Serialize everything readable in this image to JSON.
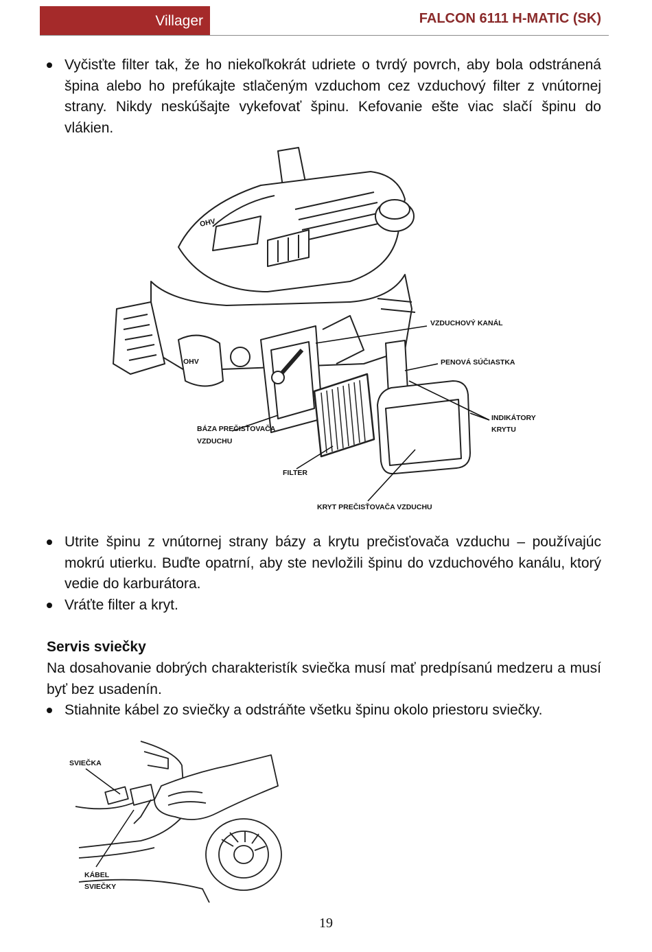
{
  "header": {
    "brand": "Villager",
    "model": "FALCON 6111 H-MATIC (SK)",
    "brand_color": "#a52a2a",
    "model_color": "#8a2a2a"
  },
  "bullets_top": [
    "Vyčisťte filter tak, že ho niekoľkokrát udriete o tvrdý povrch, aby bola odstránená špina alebo ho prefúkajte stlačeným vzduchom cez vzduchový filter z vnútornej strany. Nikdy neskúšajte vykefovať špinu. Kefovanie ešte viac slačí špinu do vlákien."
  ],
  "figure1": {
    "engine_badge": "OHV",
    "labels": {
      "air_channel": "VZDUCHOVÝ KANÁL",
      "foam_part": "PENOVÁ SÚČIASTKA",
      "cover_indicators_1": "INDIKÁTORY",
      "cover_indicators_2": "KRYTU",
      "cleaner_base_1": "BÁZA PREČISŤOVAČA",
      "cleaner_base_2": "VZDUCHU",
      "filter": "FILTER",
      "cleaner_cover": "KRYT PREČISŤOVAČA VZDUCHU"
    }
  },
  "bullets_middle": [
    "Utrite špinu z vnútornej strany bázy a krytu prečisťovača vzduchu – používajúc mokrú utierku. Buďte opatrní, aby ste nevložili špinu do vzduchového kanálu, ktorý vedie do karburátora.",
    "Vráťte filter a kryt."
  ],
  "section": {
    "title": "Servis sviečky",
    "intro": "Na dosahovanie dobrých charakteristík sviečka musí mať predpísanú medzeru a musí byť bez usadenín.",
    "bullets": [
      "Stiahnite kábel zo sviečky a odstráňte všetku špinu okolo priestoru sviečky."
    ]
  },
  "figure2": {
    "labels": {
      "spark_plug": "SVIEČKA",
      "cable_1": "KÁBEL",
      "cable_2": "SVIEČKY"
    }
  },
  "page_number": "19"
}
